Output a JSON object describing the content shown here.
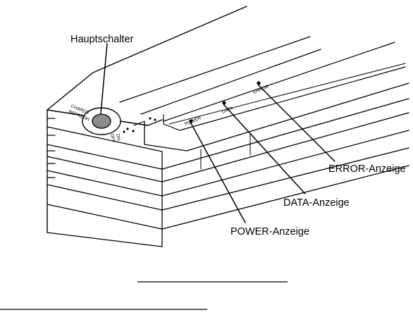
{
  "callouts": {
    "main_switch": "Hauptschalter",
    "error": "ERROR-Anzeige",
    "data": "DATA-Anzeige",
    "power": "POWER-Anzeige"
  },
  "device_labels": {
    "charge": "CHARGE",
    "refresh": "REFRESH",
    "on": "ON",
    "off": "OFF",
    "power": "POWER",
    "data": "DATA",
    "error": "ERROR"
  }
}
